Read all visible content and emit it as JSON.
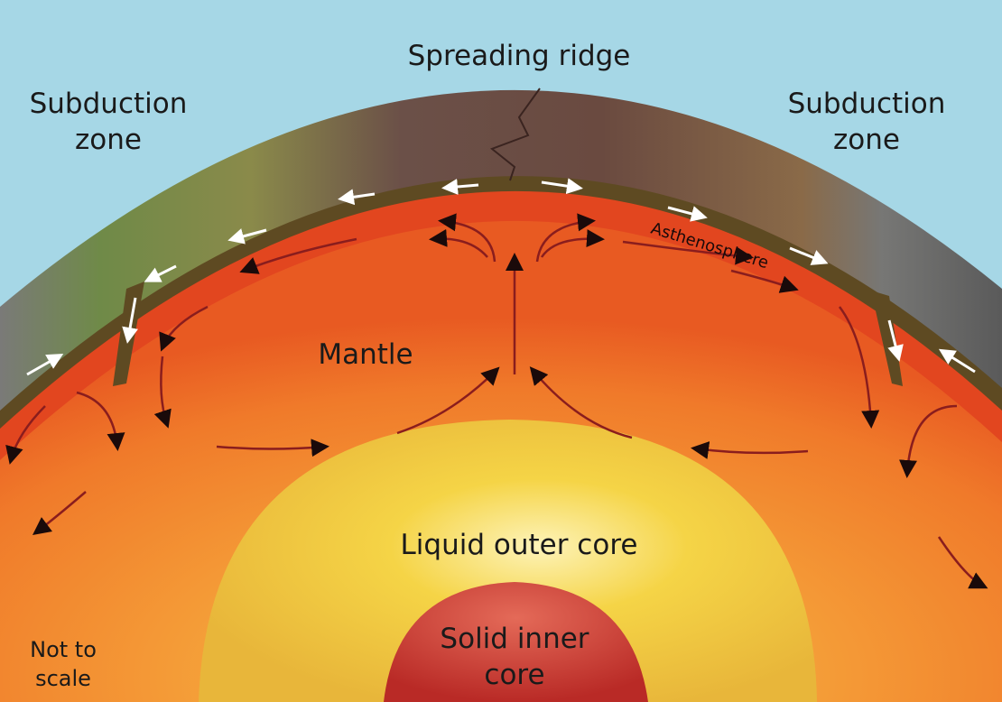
{
  "labels": {
    "spreading_ridge": "Spreading ridge",
    "subduction_left": "Subduction zone",
    "subduction_right": "Subduction zone",
    "asthenosphere": "Asthenosphere",
    "mantle": "Mantle",
    "outer_core": "Liquid outer core",
    "inner_core": "Solid inner core",
    "scale_note": "Not to scale"
  },
  "colors": {
    "sky": "#a6d7e6",
    "lithosphere": "#5e4a22",
    "asthenosphere": "#e2461f",
    "mantle": "#f07a2a",
    "outer_core": "#f2d040",
    "inner_core": "#c9302a",
    "flow_arrow": "#8a1d1d"
  }
}
